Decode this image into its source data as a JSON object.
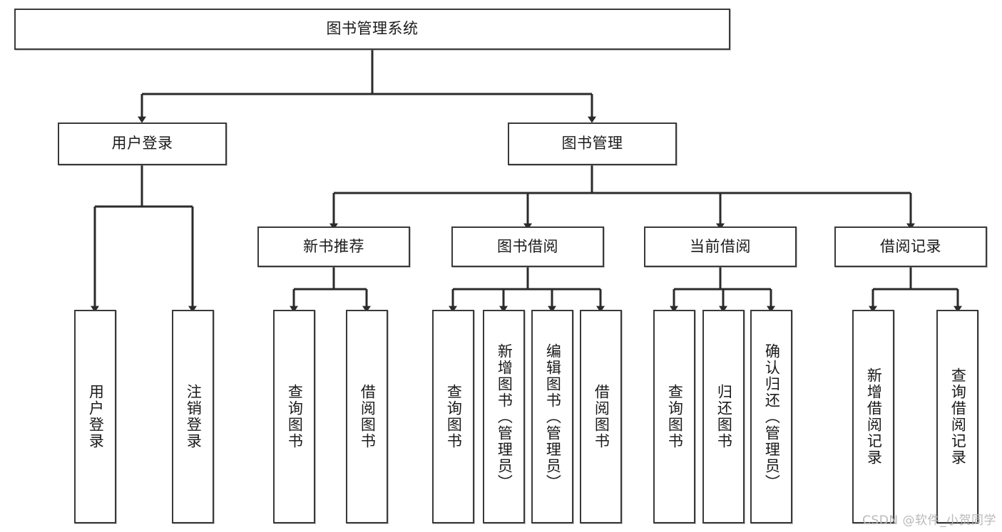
{
  "diagram": {
    "title": "图书管理系统",
    "type": "hierarchy-tree",
    "watermark": "CSDN @软件_小贺同学",
    "colors": {
      "box_border": "#3a3a3a",
      "box_fill": "#ffffff",
      "connector": "#2b2b2b",
      "text": "#1a1a1a",
      "watermark": "#b9b9b9"
    },
    "levels": {
      "root": {
        "label": "图书管理系统",
        "orientation": "horizontal"
      },
      "level1": [
        {
          "label": "用户登录",
          "orientation": "horizontal"
        },
        {
          "label": "图书管理",
          "orientation": "horizontal"
        }
      ],
      "level2": [
        {
          "label": "新书推荐",
          "orientation": "horizontal",
          "parent": "图书管理"
        },
        {
          "label": "图书借阅",
          "orientation": "horizontal",
          "parent": "图书管理"
        },
        {
          "label": "当前借阅",
          "orientation": "horizontal",
          "parent": "图书管理"
        },
        {
          "label": "借阅记录",
          "orientation": "horizontal",
          "parent": "图书管理"
        }
      ],
      "leaves": [
        {
          "label": "用户登录",
          "orientation": "vertical",
          "parent": "用户登录"
        },
        {
          "label": "注销登录",
          "orientation": "vertical",
          "parent": "用户登录"
        },
        {
          "label": "查询图书",
          "orientation": "vertical",
          "parent": "新书推荐"
        },
        {
          "label": "借阅图书",
          "orientation": "vertical",
          "parent": "新书推荐"
        },
        {
          "label": "查询图书",
          "orientation": "vertical",
          "parent": "图书借阅"
        },
        {
          "label": "新增图书（管理员）",
          "orientation": "vertical",
          "parent": "图书借阅"
        },
        {
          "label": "编辑图书（管理员）",
          "orientation": "vertical",
          "parent": "图书借阅"
        },
        {
          "label": "借阅图书",
          "orientation": "vertical",
          "parent": "图书借阅"
        },
        {
          "label": "查询图书",
          "orientation": "vertical",
          "parent": "当前借阅"
        },
        {
          "label": "归还图书",
          "orientation": "vertical",
          "parent": "当前借阅"
        },
        {
          "label": "确认归还（管理员）",
          "orientation": "vertical",
          "parent": "当前借阅"
        },
        {
          "label": "新增借阅记录",
          "orientation": "vertical",
          "parent": "借阅记录"
        },
        {
          "label": "查询借阅记录",
          "orientation": "vertical",
          "parent": "借阅记录"
        }
      ]
    }
  }
}
